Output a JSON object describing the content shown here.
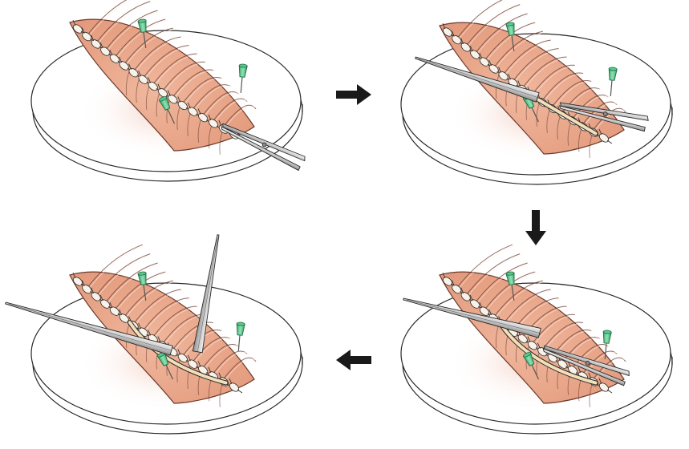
{
  "figure": {
    "panels": [
      {
        "step": 1,
        "pins": 3,
        "tools": [
          "scissors"
        ]
      },
      {
        "step": 2,
        "pins": 3,
        "tools": [
          "forceps",
          "scissors"
        ]
      },
      {
        "step": 3,
        "pins": 3,
        "tools": [
          "forceps",
          "scissors"
        ]
      },
      {
        "step": 4,
        "pins": 3,
        "tools": [
          "forceps",
          "forceps"
        ]
      }
    ],
    "arrows": [
      {
        "from": 1,
        "to": 2,
        "direction": "right"
      },
      {
        "from": 2,
        "to": 3,
        "direction": "down"
      },
      {
        "from": 3,
        "to": 4,
        "direction": "left"
      }
    ],
    "colors": {
      "tissue": "#e9a98e",
      "tissue_edge": "#6b3a2e",
      "bone": "#f7f2ea",
      "cord": "#f3dfb8",
      "pin": "#59c98b",
      "dish": "#ffffff",
      "outline": "#2a2a2a",
      "arrow": "#1a1a1a"
    }
  }
}
